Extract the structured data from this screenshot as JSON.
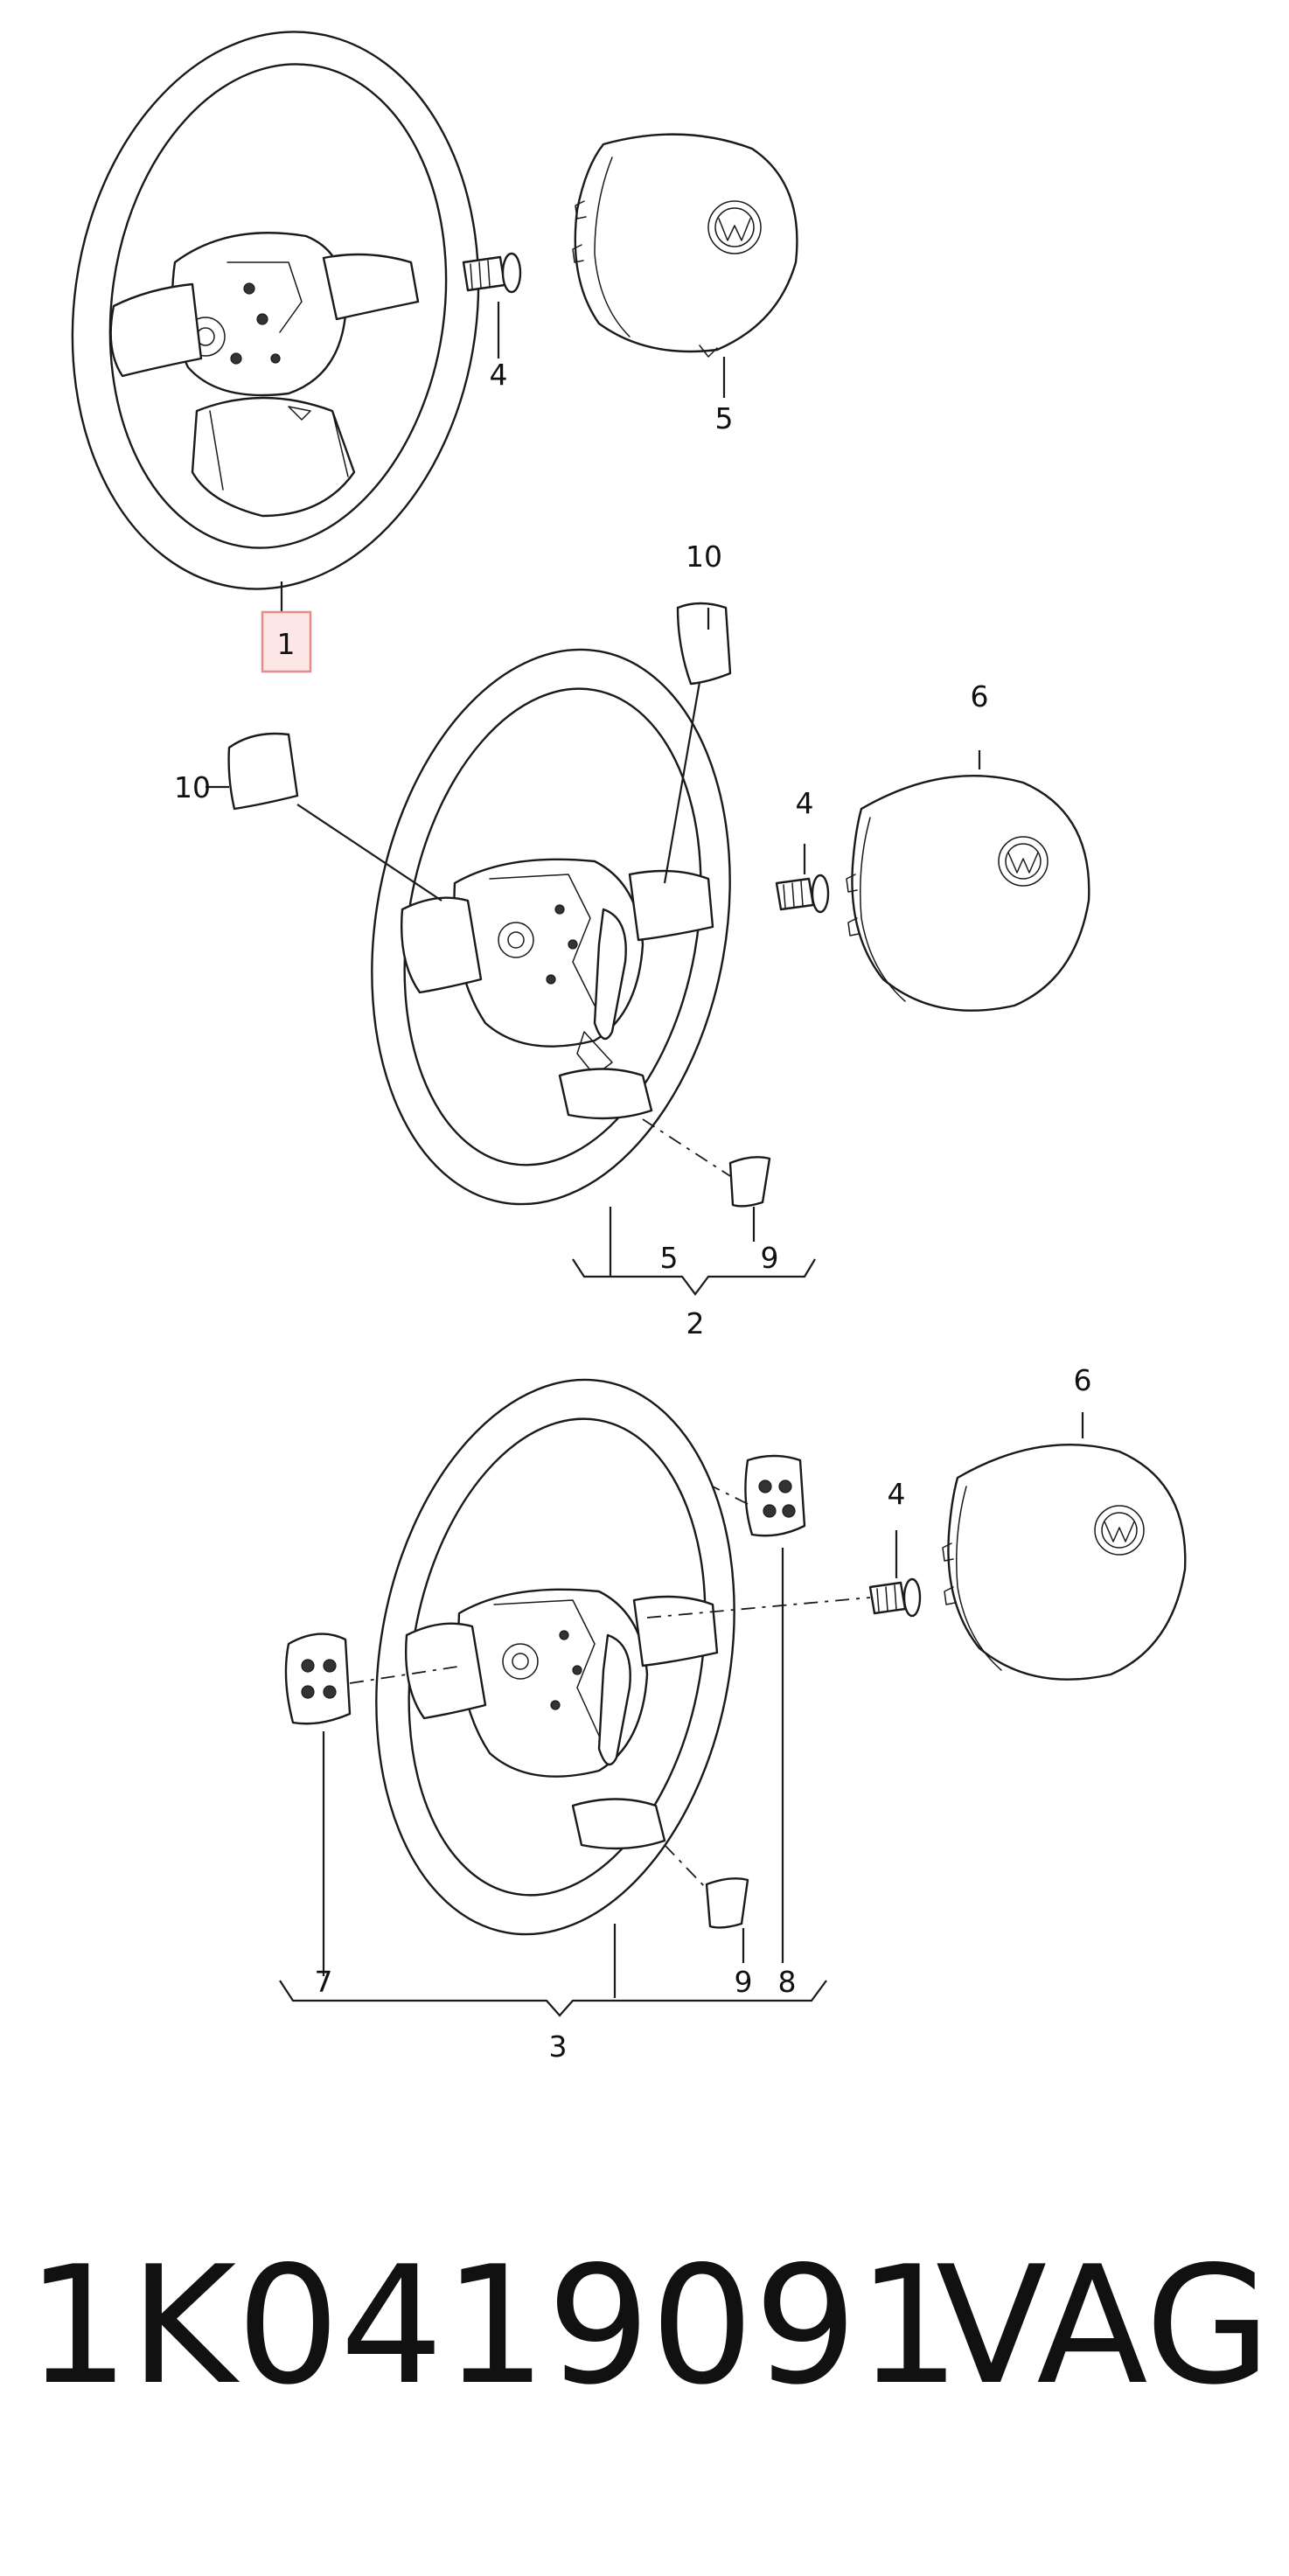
{
  "labels": {
    "g1_part1": "1",
    "g1_part4": "4",
    "g1_part5": "5",
    "g2_part10a": "10",
    "g2_part10b": "10",
    "g2_part6": "6",
    "g2_part4": "4",
    "g2_part5": "5",
    "g2_part9": "9",
    "g2_part2": "2",
    "g3_part6": "6",
    "g3_part4": "4",
    "g3_part7": "7",
    "g3_part9": "9",
    "g3_part8": "8",
    "g3_part3": "3"
  },
  "caption": {
    "part_number": "1K0419091",
    "brand": "VAG"
  },
  "colors": {
    "ink": "#1a1a1a",
    "highlight_fill": "#fde6e6",
    "highlight_border": "#e88b8b"
  }
}
